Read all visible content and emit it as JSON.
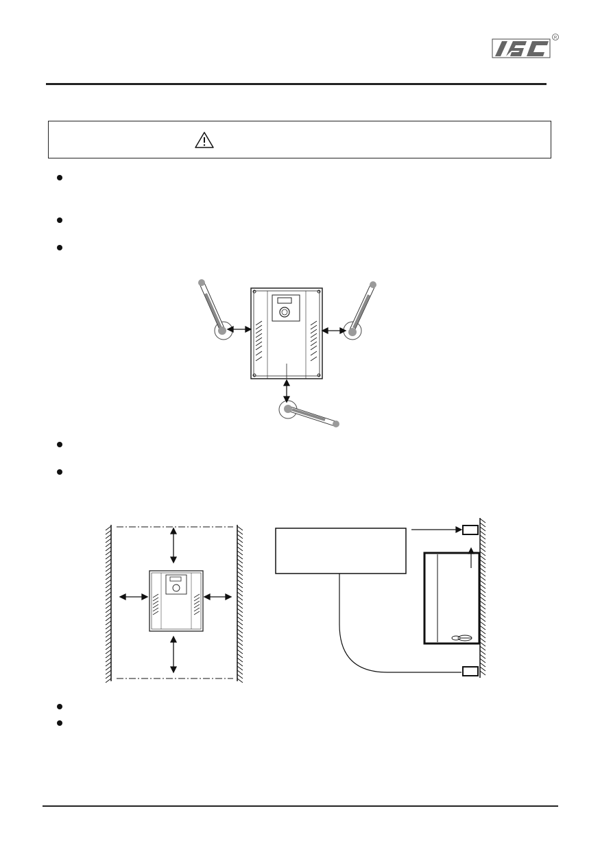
{
  "header": {
    "logo_icon": "nsc-logo-icon",
    "registered_mark": "®"
  },
  "warning": {
    "icon": "warning-triangle-icon",
    "title": ""
  },
  "bullets": [
    {
      "text": ""
    },
    {
      "text": ""
    },
    {
      "text": ""
    },
    {
      "text": ""
    },
    {
      "text": ""
    },
    {
      "text": ""
    },
    {
      "text": ""
    }
  ],
  "figures": {
    "thermometer_placement": {
      "description_icon": "inverter-thermometer-diagram"
    },
    "clearance": {
      "description_icon": "inverter-clearance-diagram"
    },
    "cabinet_airflow": {
      "description_icon": "cabinet-airflow-diagram"
    }
  },
  "colors": {
    "ink": "#111111",
    "thermometer_gray": "#9a9a9a"
  }
}
